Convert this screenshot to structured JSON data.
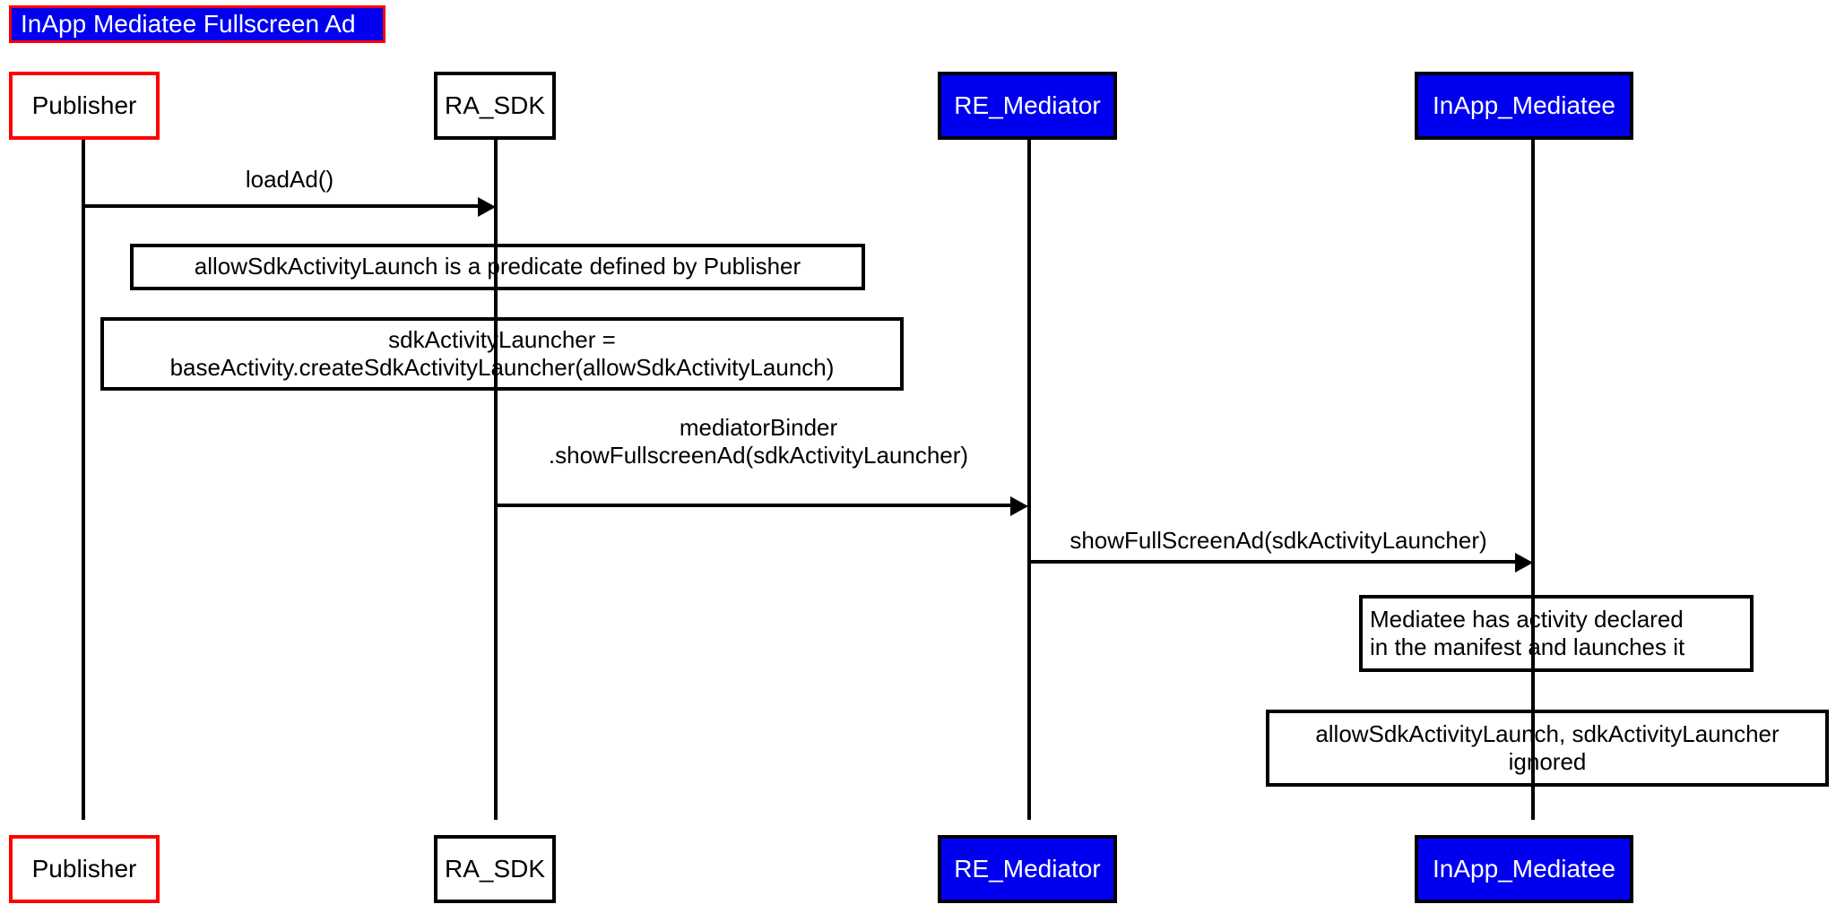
{
  "diagram": {
    "type": "sequence-diagram",
    "title": "InApp Mediatee Fullscreen Ad",
    "colors": {
      "accent_blue": "#0000ee",
      "accent_red": "#ff0000",
      "line_black": "#000000",
      "background": "#ffffff",
      "title_text": "#ffffff"
    }
  },
  "participants": [
    {
      "id": "publisher",
      "label": "Publisher",
      "style": "outlined",
      "fill": "#ffffff",
      "border": "#ff0000",
      "text_color": "#000000"
    },
    {
      "id": "ra_sdk",
      "label": "RA_SDK",
      "style": "plain",
      "fill": "#ffffff",
      "border": "#000000",
      "text_color": "#000000"
    },
    {
      "id": "re_mediator",
      "label": "RE_Mediator",
      "style": "filled",
      "fill": "#0000ee",
      "border": "#000000",
      "text_color": "#ffffff"
    },
    {
      "id": "inapp",
      "label": "InApp_Mediatee",
      "style": "filled",
      "fill": "#0000ee",
      "border": "#000000",
      "text_color": "#ffffff"
    }
  ],
  "messages": [
    {
      "id": "m1",
      "from": "publisher",
      "to": "ra_sdk",
      "label": "loadAd()"
    },
    {
      "id": "m2",
      "from": "ra_sdk",
      "to": "re_mediator",
      "label": "mediatorBinder\n.showFullscreenAd(sdkActivityLauncher)"
    },
    {
      "id": "m3",
      "from": "re_mediator",
      "to": "inapp",
      "label": "showFullScreenAd(sdkActivityLauncher)"
    }
  ],
  "notes": [
    {
      "id": "n1",
      "align": "center",
      "text": "allowSdkActivityLaunch is a predicate defined by Publisher"
    },
    {
      "id": "n2",
      "align": "center",
      "text": "sdkActivityLauncher =\nbaseActivity.createSdkActivityLauncher(allowSdkActivityLaunch)"
    },
    {
      "id": "n3",
      "align": "left",
      "text": "Mediatee has activity declared\nin the manifest and launches it"
    },
    {
      "id": "n4",
      "align": "center",
      "text": "allowSdkActivityLaunch, sdkActivityLauncher\nignored"
    }
  ]
}
